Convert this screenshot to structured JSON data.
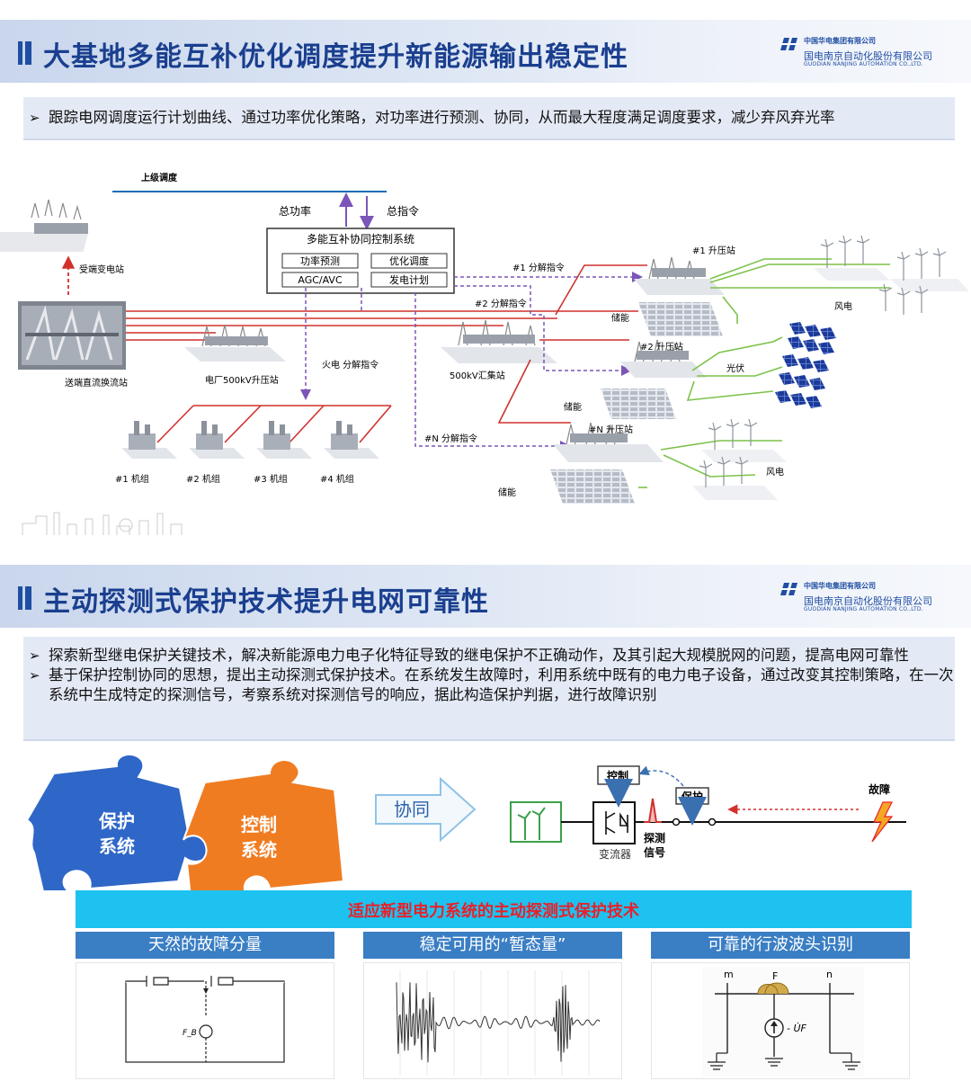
{
  "logo": {
    "top_line": "中国华电集团有限公司",
    "main_line": "国电南京自动化股份有限公司",
    "en_line": "GUODIAN NANJING AUTOMATION CO.,LTD."
  },
  "slide1": {
    "title": "大基地多能互补优化调度提升新能源输出稳定性",
    "bullet": "跟踪电网调度运行计划曲线、通过功率优化策略，对功率进行预测、协同，从而最大程度满足调度要求，减少弃风弃光率",
    "diagram": {
      "upper_dispatch": "上级调度",
      "total_power": "总功率",
      "total_command": "总指令",
      "control_system": "多能互补协同控制系统",
      "module_forecast": "功率预测",
      "module_optimize": "优化调度",
      "module_agc": "AGC/AVC",
      "module_plan": "发电计划",
      "receiving_substation": "受端变电站",
      "converter_station": "送端直流换流站",
      "plant_500kv": "电厂500kV升压站",
      "thermal_cmd": "火电 分解指令",
      "units": [
        "#1 机组",
        "#2 机组",
        "#3 机组",
        "#4 机组"
      ],
      "collection_500kv": "500kV汇集站",
      "cmd_1": "#1 分解指令",
      "cmd_2": "#2 分解指令",
      "cmd_n": "#N 分解指令",
      "booster_1": "#1 升压站",
      "booster_2": "#2 升压站",
      "booster_n": "#N 升压站",
      "storage_1": "储能",
      "storage_2": "储能",
      "storage_3": "储能",
      "wind_1": "风电",
      "solar": "光伏",
      "wind_2": "风电"
    }
  },
  "slide2": {
    "title": "主动探测式保护技术提升电网可靠性",
    "bullets": [
      "探索新型继电保护关键技术，解决新能源电力电子化特征导致的继电保护不正确动作，及其引起大规模脱网的问题，提高电网可靠性",
      "基于保护控制协同的思想，提出主动探测式保护技术。在系统发生故障时，利用系统中既有的电力电子设备，通过改变其控制策略，在一次系统中生成特定的探测信号，考察系统对探测信号的响应，据此构造保护判据，进行故障识别"
    ],
    "puzzle_blue": [
      "保护",
      "系统"
    ],
    "puzzle_orange": [
      "控制",
      "系统"
    ],
    "arrow_label": "协同",
    "circuit": {
      "control": "控制",
      "protection": "保护",
      "fault": "故障",
      "converter": "变流器",
      "probe": [
        "探测",
        "信号"
      ]
    },
    "bottom_header": "适应新型电力系统的主动探测式保护技术",
    "panels": [
      {
        "title": "天然的故障分量",
        "formula": "F_B"
      },
      {
        "title": "稳定可用的“暂态量”"
      },
      {
        "title": "可靠的行波波头识别",
        "labels": {
          "m": "m",
          "f": "F",
          "n": "n",
          "u": "- U̇F"
        }
      }
    ]
  }
}
